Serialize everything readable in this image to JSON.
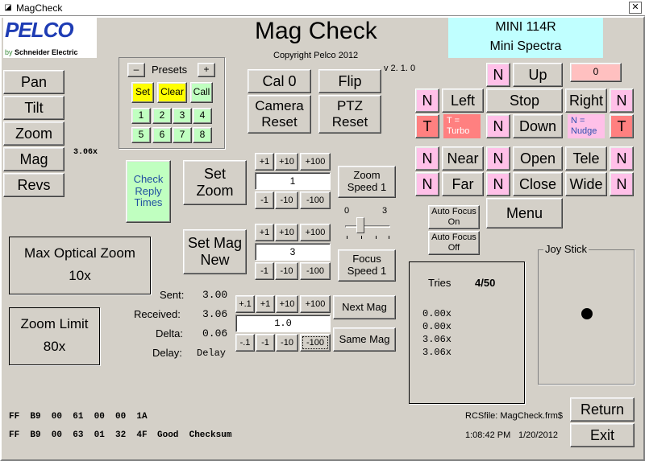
{
  "window": {
    "title": "MagCheck",
    "close_label": "✕"
  },
  "logo": {
    "brand": "PELCO",
    "sub_by": "by ",
    "sub_company": "Schneider Electric"
  },
  "header": {
    "title": "Mag Check",
    "copyright": "Copyright Pelco 2012",
    "version": "v 2. 1. 0"
  },
  "camera_info": {
    "model": "MINI 114R",
    "name": "Mini Spectra"
  },
  "left_buttons": [
    "Pan",
    "Tilt",
    "Zoom",
    "Mag",
    "Revs"
  ],
  "mag_readout": "3.06x",
  "presets": {
    "label": "Presets",
    "minus": "–",
    "plus": "+",
    "set": "Set",
    "clear": "Clear",
    "call": "Call",
    "numbers": [
      "1",
      "2",
      "3",
      "4",
      "5",
      "6",
      "7",
      "8"
    ]
  },
  "mid_buttons": {
    "cal0": "Cal 0",
    "flip": "Flip",
    "camera_reset": "Camera\nReset",
    "ptz_reset": "PTZ\nReset"
  },
  "check_reply": "Check\nReply\nTimes",
  "set_zoom": "Set\nZoom",
  "zoom_steps": {
    "plus1": "+1",
    "plus10": "+10",
    "plus100": "+100",
    "value": "1",
    "minus1": "-1",
    "minus10": "-10",
    "minus100": "-100"
  },
  "zoom_speed": "Zoom\nSpeed 1",
  "focus_slider": {
    "min": "0",
    "max": "3",
    "value": 1
  },
  "set_mag": "Set Mag\nNew",
  "mag_steps": {
    "plus1": "+1",
    "plus10": "+10",
    "plus100": "+100",
    "value": "3",
    "minus1": "-1",
    "minus10": "-10",
    "minus100": "-100"
  },
  "focus_speed": "Focus\nSpeed 1",
  "max_optical": {
    "label": "Max Optical Zoom",
    "value": "10x"
  },
  "zoom_limit": {
    "label": "Zoom Limit",
    "value": "80x"
  },
  "stats": {
    "sent_label": "Sent:",
    "sent": "3.00",
    "received_label": "Received:",
    "received": "3.06",
    "delta_label": "Delta:",
    "delta": "0.06",
    "delay_label": "Delay:",
    "delay": "Delay"
  },
  "fine_steps": {
    "plus_p1": "+.1",
    "plus1": "+1",
    "plus10": "+10",
    "plus100": "+100",
    "value": "1.0",
    "minus_p1": "-.1",
    "minus1": "-1",
    "minus10": "-10",
    "minus100": "-100"
  },
  "next_mag": "Next Mag",
  "same_mag": "Same Mag",
  "ptz": {
    "counter": "0",
    "n": "N",
    "t": "T",
    "up": "Up",
    "left": "Left",
    "stop": "Stop",
    "right": "Right",
    "down": "Down",
    "turbo_note": "T =\nTurbo",
    "nudge_note": "N =\nNudge",
    "near": "Near",
    "far": "Far",
    "open": "Open",
    "close": "Close",
    "tele": "Tele",
    "wide": "Wide",
    "menu": "Menu",
    "autofocus_on": "Auto Focus\nOn",
    "autofocus_off": "Auto Focus\nOff"
  },
  "tries": {
    "label": "Tries",
    "count": "4/50",
    "values": [
      "0.00x",
      "0.00x",
      "3.06x",
      "3.06x"
    ]
  },
  "joystick": {
    "label": "Joy Stick"
  },
  "hex": {
    "line1": "FF  B9  00  61  00  00  1A",
    "line2": "FF  B9  00  63  01  32  4F",
    "checksum": "Good  Checksum"
  },
  "footer": {
    "rcs": "RCSfile: MagCheck.frm$",
    "time": "1:08:42 PM",
    "date": "1/20/2012",
    "return": "Return",
    "exit": "Exit"
  },
  "colors": {
    "accent_pink": "#ffc0e8",
    "turbo": "#ff8080",
    "info_panel": "#c0ffff",
    "preset_set": "#ffff00",
    "preset_num": "#c0ffc0"
  }
}
